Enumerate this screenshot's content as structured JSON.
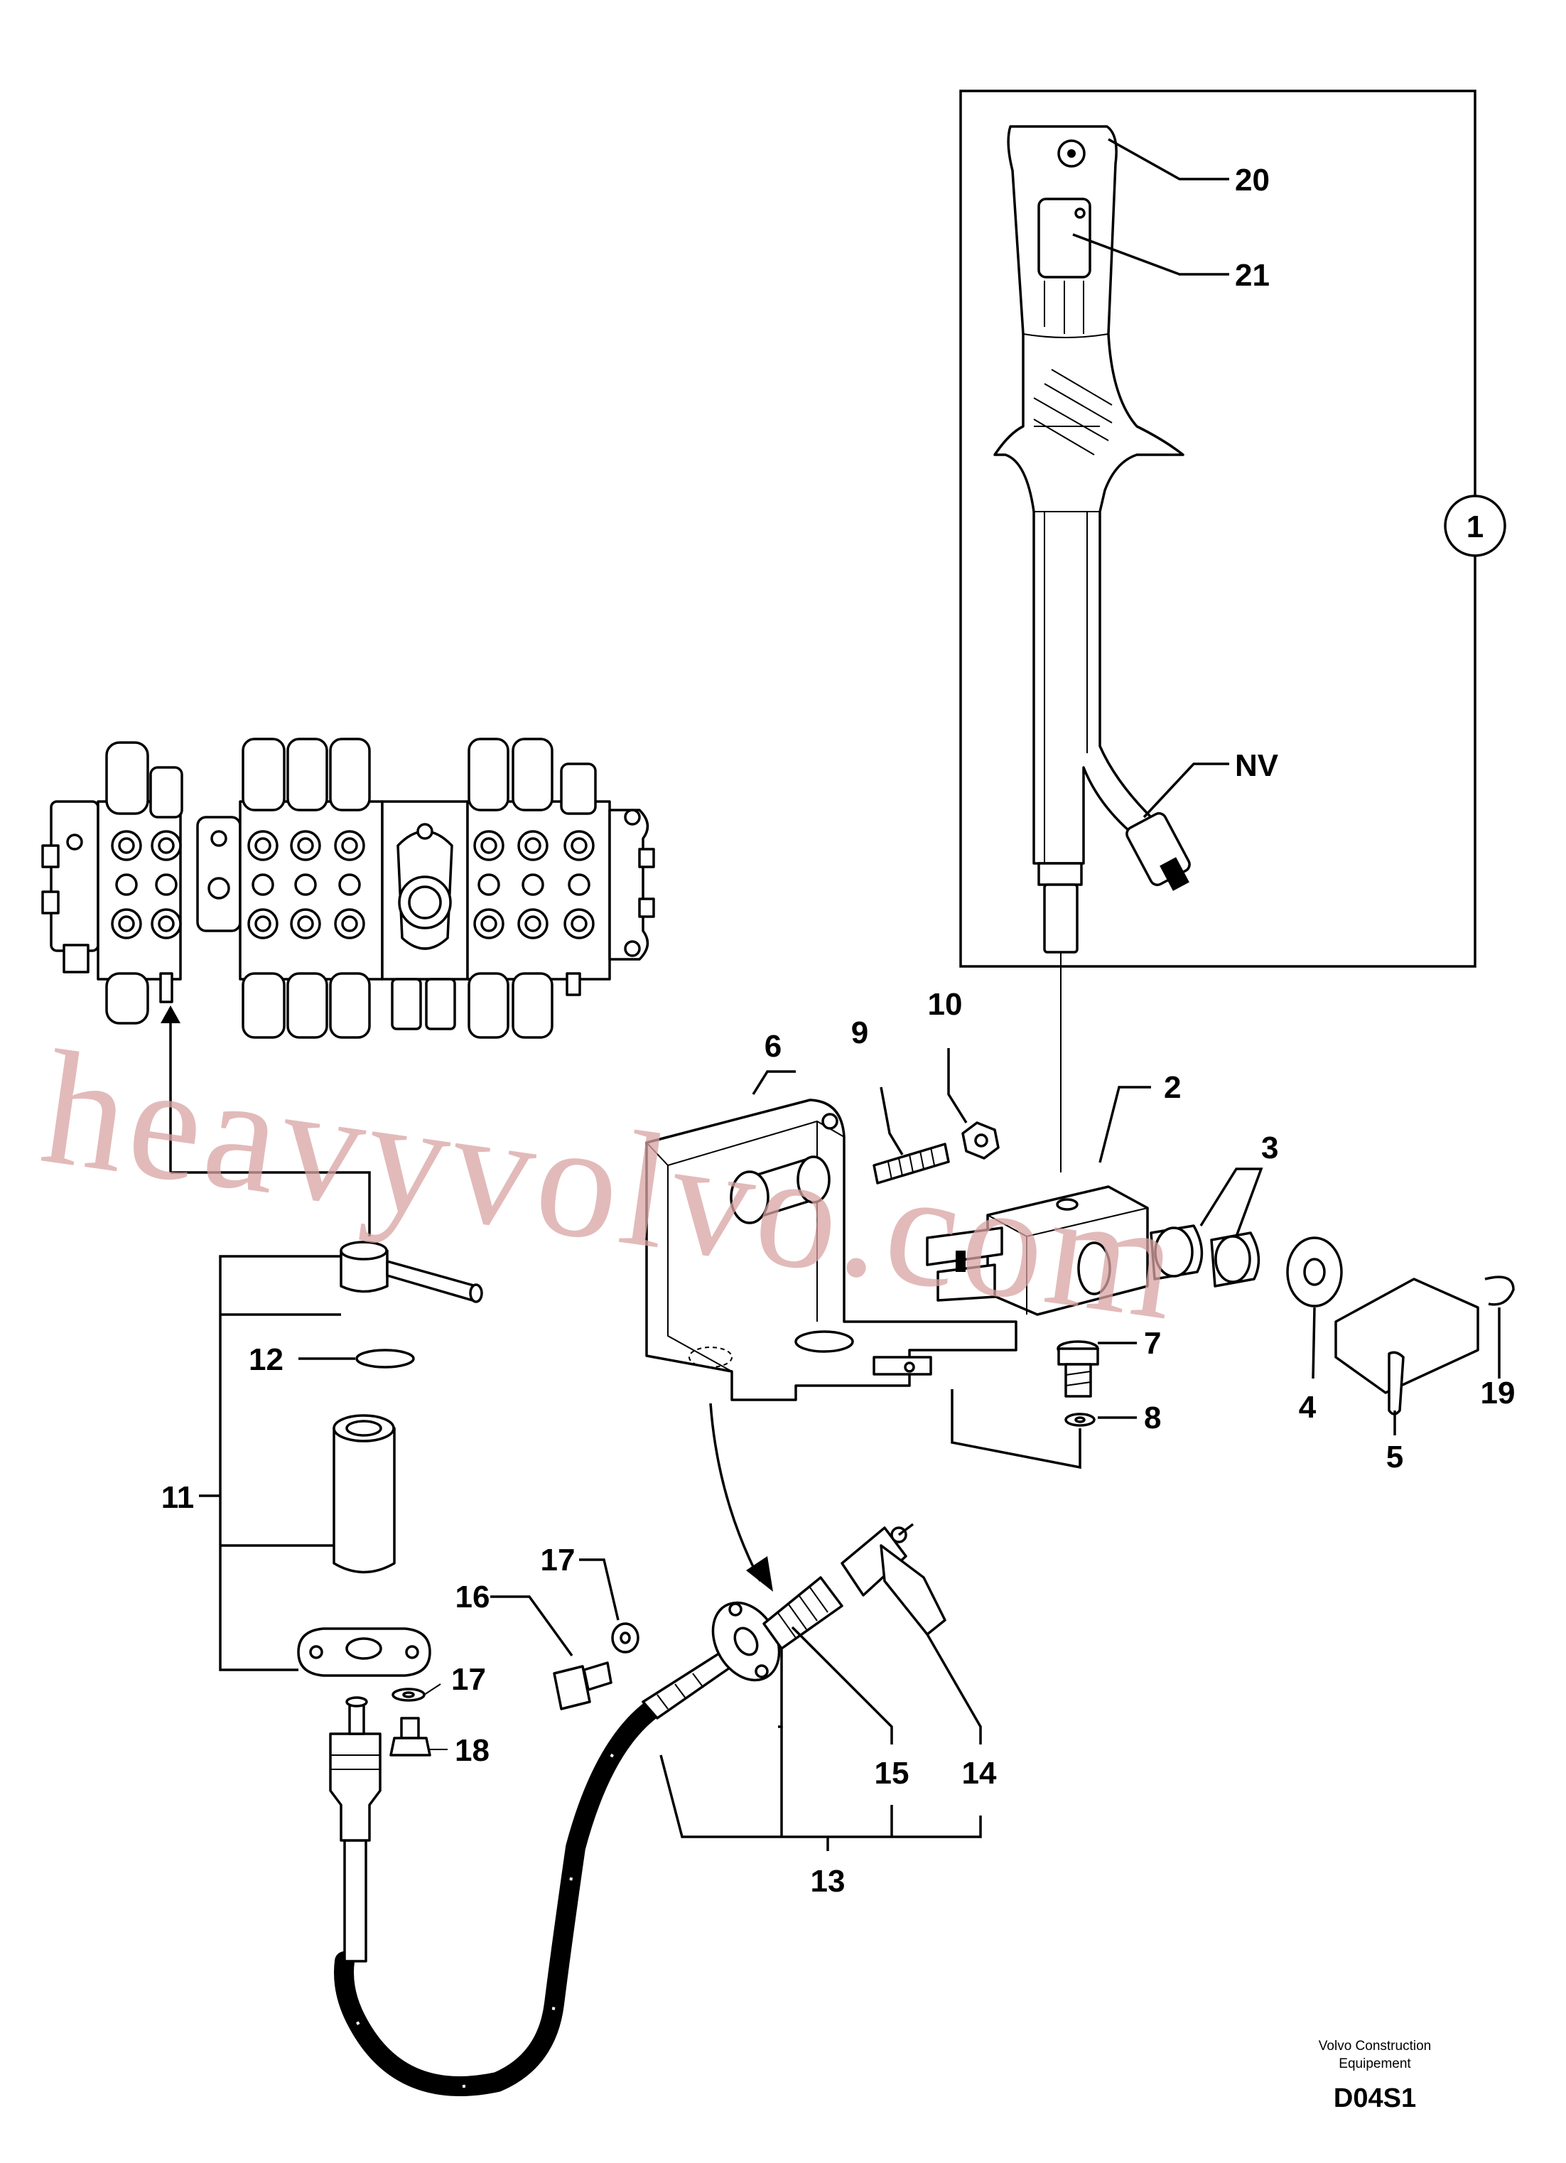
{
  "callouts": {
    "n1": "1",
    "n2": "2",
    "n3": "3",
    "n4": "4",
    "n5": "5",
    "n6": "6",
    "n7": "7",
    "n8": "8",
    "n9": "9",
    "n10": "10",
    "n11": "11",
    "n12": "12",
    "n13": "13",
    "n14": "14",
    "n15": "15",
    "n16": "16",
    "n17a": "17",
    "n17b": "17",
    "n18": "18",
    "n19": "19",
    "n20": "20",
    "n21": "21",
    "nv": "NV"
  },
  "footer": {
    "company_line1": "Volvo Construction",
    "company_line2": "Equipement",
    "drawing_code": "D04S1"
  },
  "watermark": "heavyvolvo.com",
  "colors": {
    "line": "#000000",
    "watermark": "#d9a3a3",
    "background": "#ffffff"
  }
}
